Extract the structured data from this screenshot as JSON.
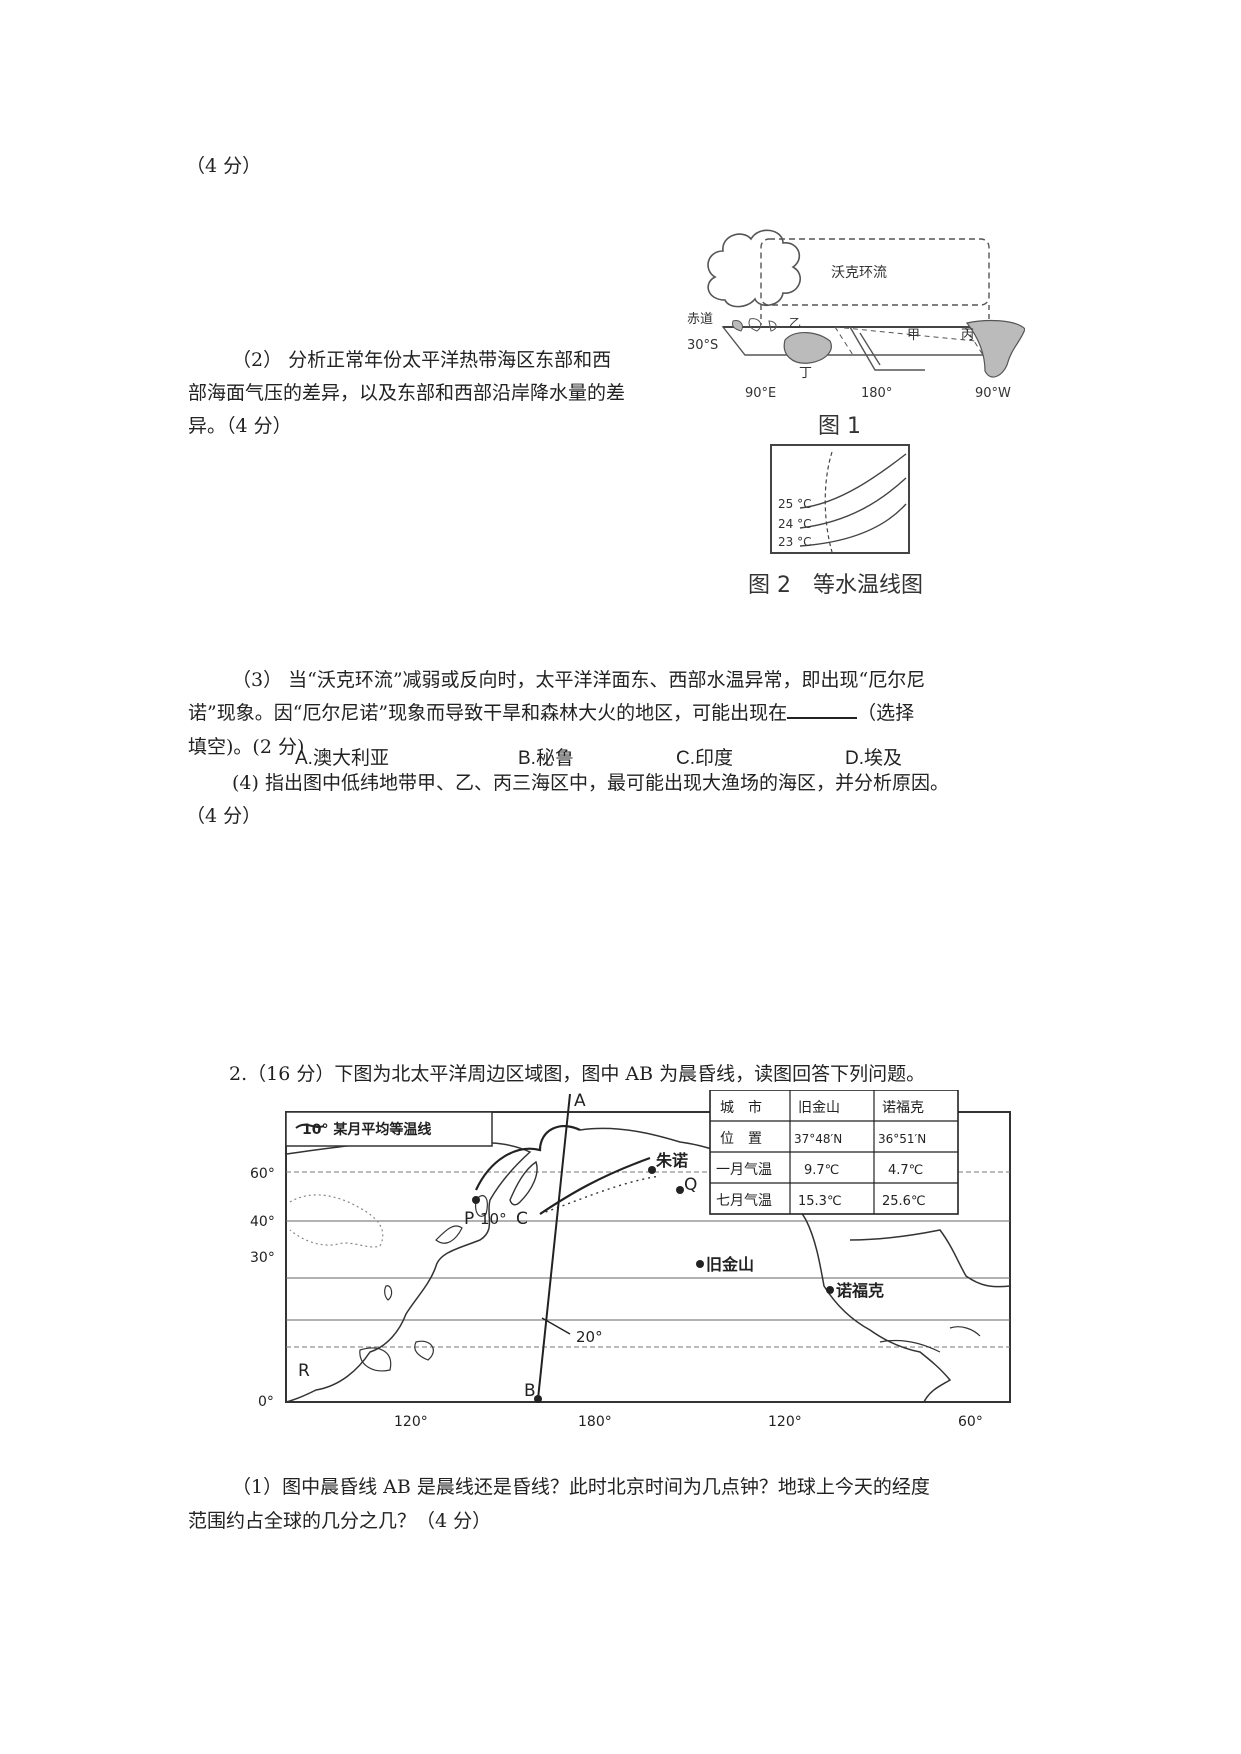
{
  "q1": {
    "score_top": "（4 分）",
    "sub2_num": "（2）",
    "sub2_text": "分析正常年份太平洋热带海区东部和西部海面气压的差异，以及东部和西部沿岸降水量的差异。（4 分）",
    "fig1": {
      "walker_label": "沃克环流",
      "equator_label": "赤道",
      "lat_label": "30°S",
      "zone_yi": "乙",
      "zone_jia": "甲",
      "zone_bing": "丙",
      "zone_ding": "丁",
      "lon_90e": "90°E",
      "lon_180": "180°",
      "lon_90w": "90°W",
      "caption": "图 1"
    },
    "fig2": {
      "iso_25": "25 °C",
      "iso_24": "24 °C",
      "iso_23": "23 °C",
      "caption": "图 2　等水温线图"
    },
    "sub3_line1": "（3） 当“沃克环流”减弱或反向时，太平洋洋面东、西部水温异常，即出现“厄尔尼",
    "sub3_line2a": "诺”现象。因“厄尔尼诺”现象而导致干旱和森林大火的地区，可能出现在",
    "sub3_line2b": "（选择",
    "sub3_line3": "填空)。(2 分)",
    "options": [
      "A.澳大利亚",
      "B.秘鲁",
      "C.印度",
      "D.埃及"
    ],
    "sub4_line1": "(4) 指出图中低纬地带甲、乙、丙三海区中，最可能出现大渔场的海区，并分析原因。",
    "sub4_line2": "（4 分）"
  },
  "q2": {
    "title": "2.（16 分）下图为北太平洋周边区域图，图中 AB 为晨昏线，读图回答下列问题。",
    "map": {
      "legend": "10° 某月平均等温线",
      "lat_labels": [
        "60°",
        "40°",
        "30°",
        "0°"
      ],
      "lon_labels": [
        "120°",
        "180°",
        "120°",
        "60°"
      ],
      "point_a": "A",
      "point_b": "B",
      "point_p": "P",
      "point_c": "C",
      "point_q": "Q",
      "point_r": "R",
      "iso_10": "10°",
      "iso_20": "20°",
      "city_juneau": "朱诺",
      "city_sf": "旧金山",
      "city_norfolk": "诺福克"
    },
    "table": {
      "headers": [
        "城　市",
        "旧金山",
        "诺福克"
      ],
      "rows": [
        [
          "位　置",
          "37°48′N",
          "36°51′N"
        ],
        [
          "一月气温",
          "9.7℃",
          "4.7℃"
        ],
        [
          "七月气温",
          "15.3℃",
          "25.6℃"
        ]
      ]
    },
    "sub1_line1": "（1）图中晨昏线 AB 是晨线还是昏线？此时北京时间为几点钟？地球上今天的经度",
    "sub1_line2": "范围约占全球的几分之几？（4 分）"
  }
}
